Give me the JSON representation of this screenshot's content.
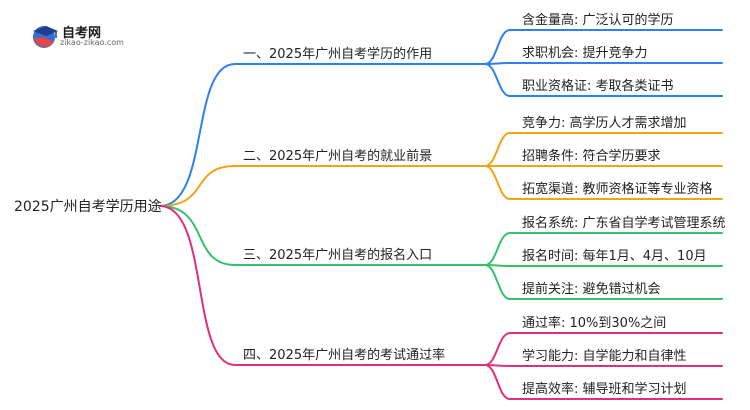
{
  "logo": {
    "name": "自考网",
    "domain": "zikao-zikao.com"
  },
  "root": "2025广州自考学历用途",
  "colors": {
    "b1": "#2f80ed",
    "b2": "#f2a316",
    "b3": "#33c26b",
    "b4": "#e0307a",
    "logo_blue": "#2f6fd6",
    "logo_red": "#e0484b"
  },
  "branches": [
    {
      "label": "一、2025年广州自考学历的作用",
      "leaves": [
        "含金量高: 广泛认可的学历",
        "求职机会: 提升竞争力",
        "职业资格证: 考取各类证书"
      ]
    },
    {
      "label": "二、2025年广州自考的就业前景",
      "leaves": [
        "竞争力: 高学历人才需求增加",
        "招聘条件: 符合学历要求",
        "拓宽渠道: 教师资格证等专业资格"
      ]
    },
    {
      "label": "三、2025年广州自考的报名入口",
      "leaves": [
        "报名系统: 广东省自学考试管理系统",
        "报名时间: 每年1月、4月、10月",
        "提前关注: 避免错过机会"
      ]
    },
    {
      "label": "四、2025年广州自考的考试通过率",
      "leaves": [
        "通过率: 10%到30%之间",
        "学习能力: 自学能力和自律性",
        "提高效率: 辅导班和学习计划"
      ]
    }
  ]
}
